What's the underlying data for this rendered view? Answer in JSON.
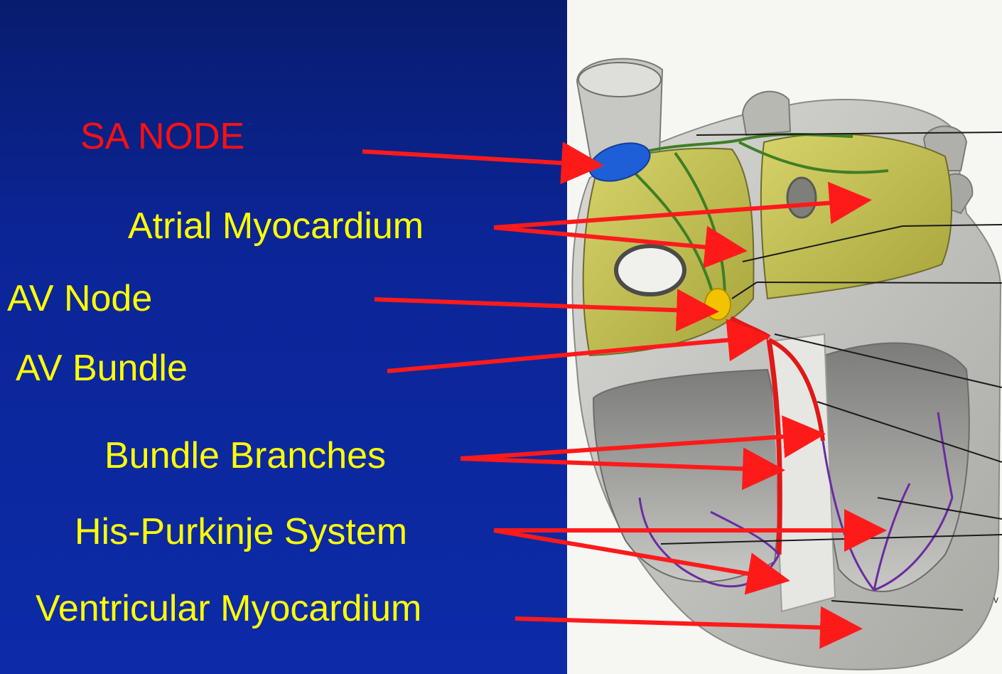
{
  "slide": {
    "labels": {
      "sa_node": "SA NODE",
      "atrial_myocardium": "Atrial Myocardium",
      "av_node": "AV Node",
      "av_bundle": "AV Bundle",
      "bundle_branches": "Bundle Branches",
      "his_purkinje": "His-Purkinje System",
      "ventricular_myocardium": "Ventricular Myocardium"
    },
    "figure_edge_mark": "v"
  },
  "colors": {
    "background": "#0b2596",
    "label_text": "#ffff00",
    "sa_label": "#ff1010",
    "arrow": "#ff1a1a",
    "sa_node": "#1e5fd8",
    "av_node": "#f2c400",
    "atria": "#c9c65a",
    "conduction_path": "#e01818",
    "purkinje": "#6a2ca0"
  }
}
